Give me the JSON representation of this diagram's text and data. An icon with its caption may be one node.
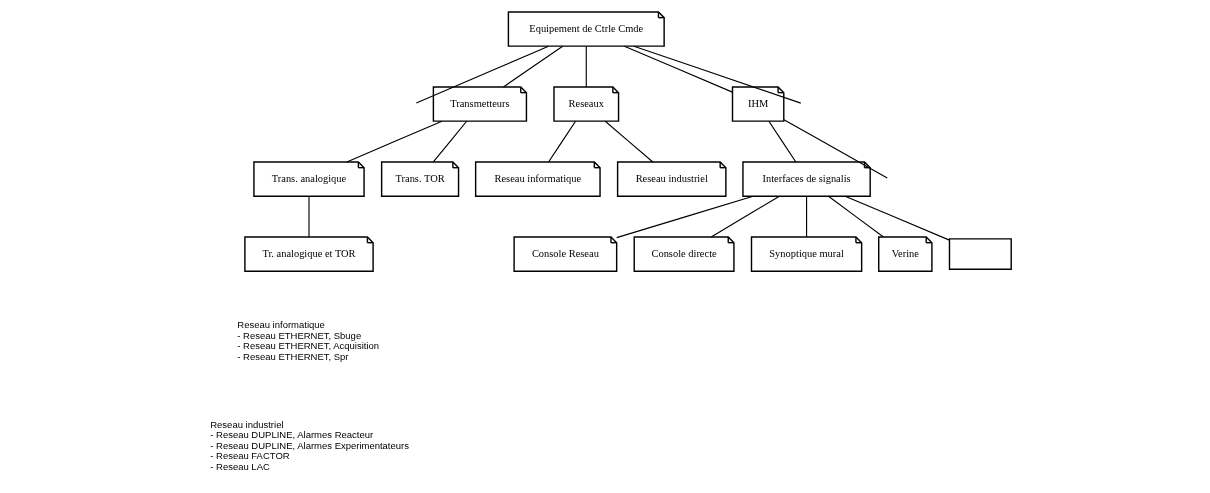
{
  "diagram": {
    "nodes": [
      {
        "text": [
          "Equipement de Ctrle Cmde"
        ]
      },
      {
        "text": [
          "Transmetteurs"
        ]
      },
      {
        "text": [
          "Reseaux"
        ]
      },
      {
        "text": [
          "IHM"
        ]
      },
      {
        "text": [
          "Trans. analogique"
        ]
      },
      {
        "text": [
          "Trans. TOR"
        ]
      },
      {
        "text": [
          "Reseau informatique"
        ]
      },
      {
        "text": [
          "Reseau industriel"
        ]
      },
      {
        "text": [
          "Tr. analogique et TOR"
        ]
      },
      {
        "text": [
          "Interfaces de signalis"
        ]
      },
      {
        "text": [
          "Console Reseau"
        ]
      },
      {
        "text": [
          "Console directe"
        ]
      },
      {
        "text": [
          "Synoptique mural"
        ]
      },
      {
        "text": [
          "Verine"
        ]
      },
      {
        "text": [],
        "shape": "box"
      }
    ],
    "edges": [
      {
        "from": 0,
        "to": null,
        "arrow": "none"
      },
      {
        "from": 0,
        "to": 1,
        "arrow": "none"
      },
      {
        "from": 0,
        "to": 2,
        "arrow": "none"
      },
      {
        "from": 0,
        "to": 3,
        "arrow": "none"
      },
      {
        "from": 0,
        "to": null,
        "arrow": "none"
      },
      {
        "from": 1,
        "to": 4,
        "arrow": "none"
      },
      {
        "from": 1,
        "to": 5,
        "arrow": "none"
      },
      {
        "from": 2,
        "to": 6,
        "arrow": "none"
      },
      {
        "from": 2,
        "to": 7,
        "arrow": "none"
      },
      {
        "from": 3,
        "to": 9,
        "arrow": "none"
      },
      {
        "from": 3,
        "to": null,
        "arrow": "none"
      },
      {
        "from": 4,
        "to": 8,
        "arrow": "none"
      },
      {
        "from": 9,
        "to": 10,
        "arrow": "none"
      },
      {
        "from": 9,
        "to": 11,
        "arrow": "none"
      },
      {
        "from": 9,
        "to": 12,
        "arrow": "none"
      },
      {
        "from": 9,
        "to": 13,
        "arrow": "none"
      },
      {
        "from": 9,
        "to": 14,
        "arrow": "none"
      }
    ],
    "labels": [
      "Reseau informatique",
      "- Reseau ETHERNET, Sbuge",
      "- Reseau ETHERNET, Acquisition",
      "- Reseau ETHERNET, Spr",
      "Reseau industriel",
      "- Reseau DUPLINE, Alarmes Reacteur",
      "- Reseau DUPLINE, Alarmes Experimentateurs",
      "- Reseau FACTOR",
      "- Reseau LAC"
    ]
  }
}
